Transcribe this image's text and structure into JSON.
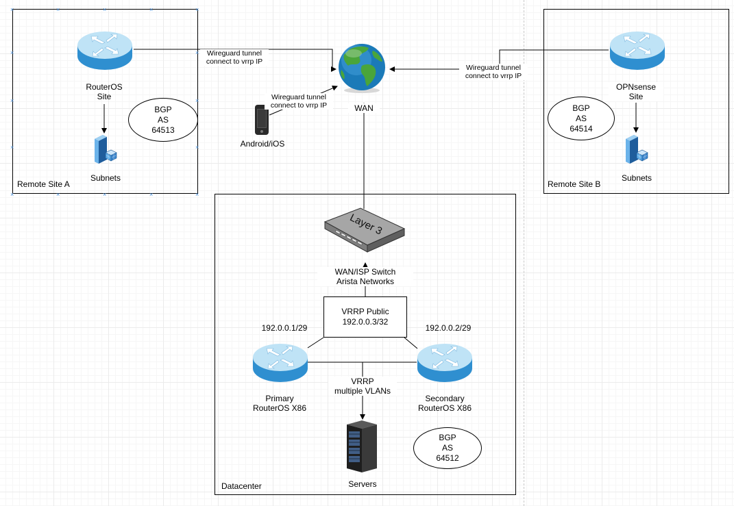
{
  "remote_site_a": {
    "caption": "Remote Site A",
    "router_label_line1": "RouterOS",
    "router_label_line2": "Site",
    "bgp": {
      "line1": "BGP",
      "line2": "AS",
      "line3": "64513"
    },
    "subnets_label": "Subnets"
  },
  "remote_site_b": {
    "caption": "Remote Site B",
    "router_label_line1": "OPNsense",
    "router_label_line2": "Site",
    "bgp": {
      "line1": "BGP",
      "line2": "AS",
      "line3": "64514"
    },
    "subnets_label": "Subnets"
  },
  "tunnels": {
    "site_a": {
      "line1": "Wireguard tunnel",
      "line2": "connect to vrrp IP"
    },
    "site_b": {
      "line1": "Wireguard tunnel",
      "line2": "connect to vrrp IP"
    },
    "mobile": {
      "line1": "Wireguard tunnel",
      "line2": "connect to vrrp IP"
    }
  },
  "mobile_label": "Android/iOS",
  "wan_label": "WAN",
  "datacenter": {
    "caption": "Datacenter",
    "switch_face_text": "Layer 3",
    "switch_label_line1": "WAN/ISP Switch",
    "switch_label_line2": "Arista Networks",
    "vrrp_public": {
      "line1": "VRRP Public",
      "line2": "192.0.0.3/32"
    },
    "primary_ip": "192.0.0.1/29",
    "secondary_ip": "192.0.0.2/29",
    "primary_label_line1": "Primary",
    "primary_label_line2": "RouterOS X86",
    "secondary_label_line1": "Secondary",
    "secondary_label_line2": "RouterOS X86",
    "vrrp_lan": {
      "line1": "VRRP",
      "line2": "multiple VLANs"
    },
    "servers_label": "Servers",
    "bgp": {
      "line1": "BGP",
      "line2": "AS",
      "line3": "64512"
    }
  },
  "colors": {
    "router_top": "#bfe3f6",
    "router_side": "#2f8fd0",
    "globe_ocean": "#1b7ab8",
    "globe_land": "#4aa53a",
    "switch_body": "#9a9a9a"
  },
  "icons": [
    "router-icon",
    "globe-icon",
    "phone-icon",
    "server-icon",
    "switch-icon",
    "server-rack-icon"
  ]
}
